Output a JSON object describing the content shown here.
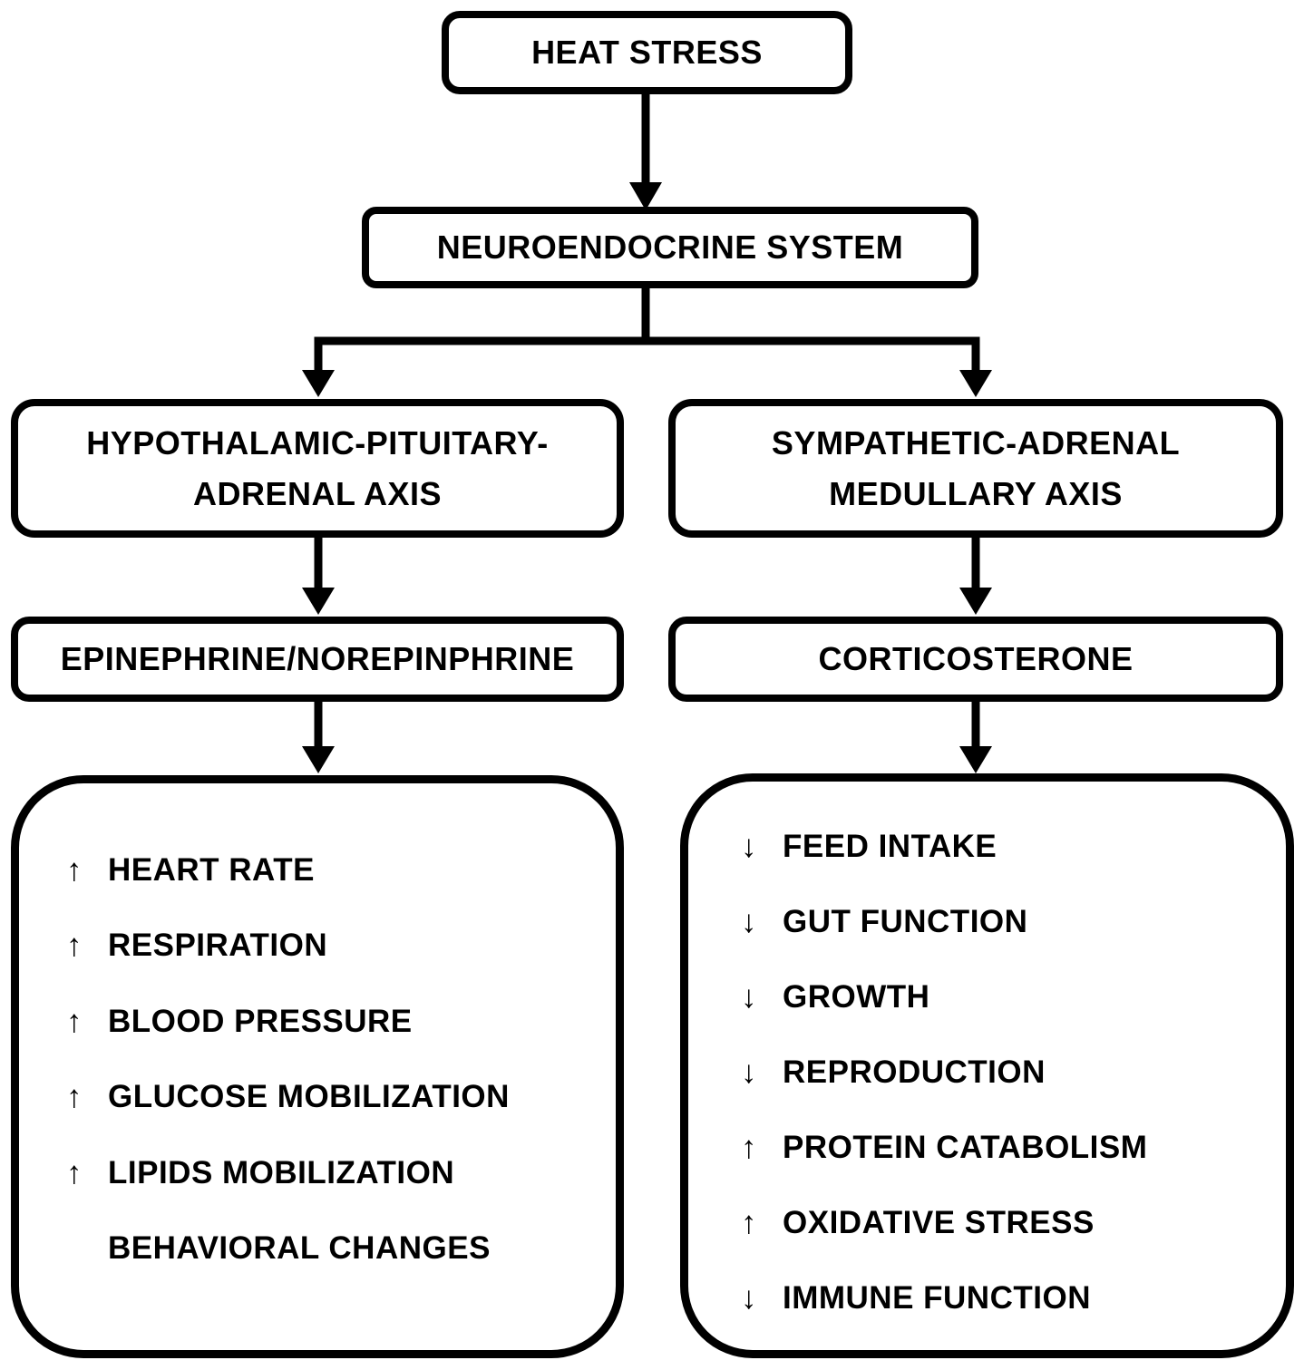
{
  "title": "Heat stress neuroendocrine response flowchart",
  "colors": {
    "line": "#000000",
    "background": "#ffffff",
    "text": "#000000"
  },
  "nodes": {
    "heat_stress": {
      "label": "HEAT STRESS"
    },
    "neuroendocrine": {
      "label": "NEUROENDOCRINE SYSTEM"
    },
    "hpa_axis": {
      "line1": "HYPOTHALAMIC-PITUITARY-",
      "line2": "ADRENAL AXIS"
    },
    "sam_axis": {
      "line1": "SYMPATHETIC-ADRENAL",
      "line2": "MEDULLARY AXIS"
    },
    "epinephrine": {
      "label": "EPINEPHRINE/NOREPINPHRINE"
    },
    "corticosterone": {
      "label": "CORTICOSTERONE"
    },
    "left_effects": {
      "items": [
        {
          "arrow": "↑",
          "label": "HEART RATE"
        },
        {
          "arrow": "↑",
          "label": "RESPIRATION"
        },
        {
          "arrow": "↑",
          "label": "BLOOD PRESSURE"
        },
        {
          "arrow": "↑",
          "label": "GLUCOSE MOBILIZATION"
        },
        {
          "arrow": "↑",
          "label": "LIPIDS MOBILIZATION"
        },
        {
          "arrow": "",
          "label": "BEHAVIORAL CHANGES"
        }
      ]
    },
    "right_effects": {
      "items": [
        {
          "arrow": "↓",
          "label": "FEED INTAKE"
        },
        {
          "arrow": "↓",
          "label": "GUT FUNCTION"
        },
        {
          "arrow": "↓",
          "label": "GROWTH"
        },
        {
          "arrow": "↓",
          "label": "REPRODUCTION"
        },
        {
          "arrow": "↑",
          "label": "PROTEIN CATABOLISM"
        },
        {
          "arrow": "↑",
          "label": "OXIDATIVE STRESS"
        },
        {
          "arrow": "↓",
          "label": "IMMUNE FUNCTION"
        }
      ]
    }
  },
  "edges": [
    "HEAT STRESS -> NEUROENDOCRINE SYSTEM",
    "NEUROENDOCRINE SYSTEM -> HYPOTHALAMIC-PITUITARY-ADRENAL AXIS",
    "NEUROENDOCRINE SYSTEM -> SYMPATHETIC-ADRENAL MEDULLARY AXIS",
    "HYPOTHALAMIC-PITUITARY-ADRENAL AXIS -> EPINEPHRINE/NOREPINPHRINE",
    "SYMPATHETIC-ADRENAL MEDULLARY AXIS -> CORTICOSTERONE",
    "EPINEPHRINE/NOREPINPHRINE -> physiological effects list",
    "CORTICOSTERONE -> production/health effects list"
  ]
}
